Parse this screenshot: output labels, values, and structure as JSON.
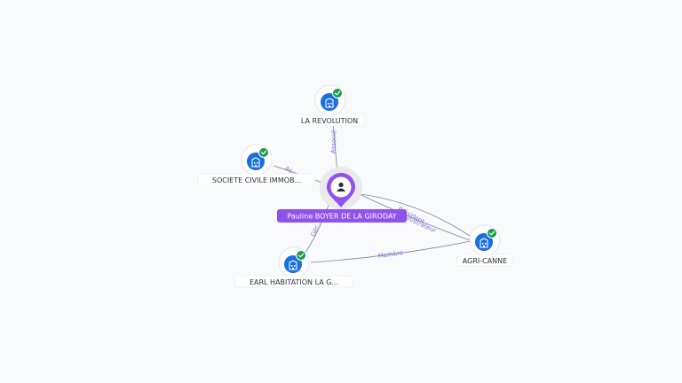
{
  "colors": {
    "background": "#f9fafc",
    "edge": "#7d8196",
    "edge_label": "#7b72d6",
    "company_badge": "#1a6fe0",
    "verified": "#1f9a4f",
    "person": "#8f52ea",
    "person_label_bg": "#8f52ea",
    "label_text": "#2b2f3a"
  },
  "person": {
    "name": "Pauline BOYER DE LA GIRODAY",
    "icon": "user-icon"
  },
  "companies": [
    {
      "id": "la-revolution",
      "label": "LA REVOLUTION",
      "icon": "building-icon",
      "verified": true
    },
    {
      "id": "societe-civile",
      "label": "SOCIETE CIVILE IMMOB...",
      "icon": "building-icon",
      "verified": true
    },
    {
      "id": "earl-habitation",
      "label": "EARL HABITATION LA G...",
      "icon": "building-icon",
      "verified": true
    },
    {
      "id": "agri-canne",
      "label": "AGRI-CANNE",
      "icon": "building-icon",
      "verified": true
    }
  ],
  "relations": [
    {
      "from": "person",
      "to": "la-revolution",
      "label": "Associé"
    },
    {
      "from": "person",
      "to": "societe-civile",
      "label": "As..."
    },
    {
      "from": "person",
      "to": "earl-habitation",
      "label": "Gér..."
    },
    {
      "from": "person",
      "to": "agri-canne",
      "label": "Président"
    },
    {
      "from": "person",
      "to": "agri-canne",
      "label": "Administrateur"
    },
    {
      "from": "earl-habitation",
      "to": "agri-canne",
      "label": "Membre"
    }
  ]
}
